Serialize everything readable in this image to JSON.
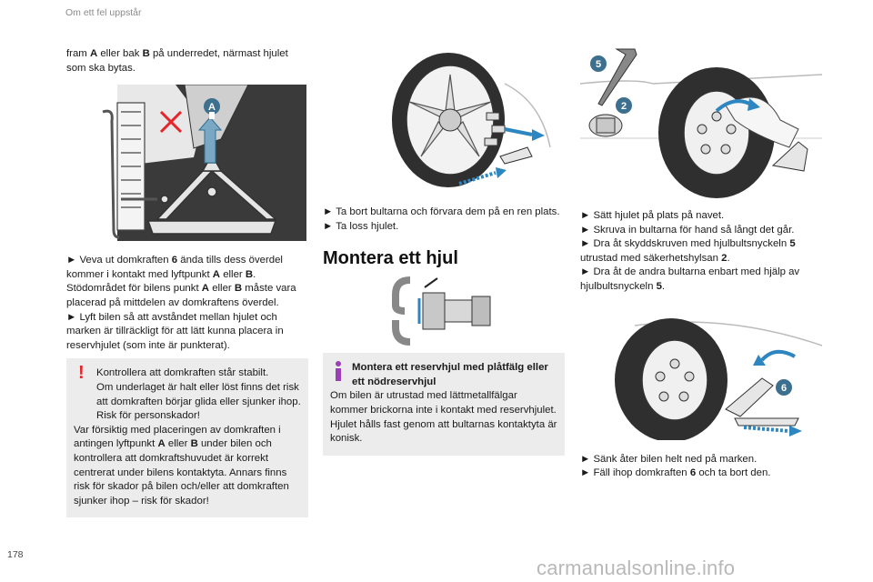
{
  "header": {
    "section": "Om ett fel uppstår"
  },
  "page_number": "178",
  "watermark": "carmanualsonline.info",
  "col1": {
    "intro": {
      "t1": "fram ",
      "a": "A",
      "t2": " eller bak ",
      "b": "B",
      "t3": " på underredet, närmast hjulet som ska bytas."
    },
    "fig_label_a": "A",
    "step1": {
      "t1": "► Veva ut domkraften ",
      "n6": "6",
      "t2": " ända tills dess överdel kommer i kontakt med lyftpunkt ",
      "a": "A",
      "t3": " eller ",
      "b": "B",
      "t4": ". Stödområdet för bilens punkt ",
      "a2": "A",
      "t5": " eller ",
      "b2": "B",
      "t6": " måste vara placerad på mittdelen av domkraftens överdel."
    },
    "step2": "► Lyft bilen så att avståndet mellan hjulet och marken är tillräckligt för att lätt kunna placera in reservhjulet (som inte är punkterat).",
    "warning": {
      "mark": "!",
      "l1": "Kontrollera att domkraften står stabilt.",
      "l2": "Om underlaget är halt eller löst finns det risk att domkraften börjar glida eller sjunker ihop. Risk för personskador!",
      "l3a": "Var försiktig med placeringen av domkraften i antingen lyftpunkt ",
      "a": "A",
      "l3b": " eller ",
      "b": "B",
      "l3c": " under bilen och kontrollera att domkraftshuvudet är korrekt centrerat under bilens kontaktyta. Annars finns risk för skador på bilen och/eller att domkraften sjunker ihop – risk för skador!"
    }
  },
  "col2": {
    "step1": "► Ta bort bultarna och förvara dem på en ren plats.",
    "step2": "► Ta loss hjulet.",
    "heading": "Montera ett hjul",
    "info": {
      "title": "Montera ett reservhjul med plåtfälg eller ett nödreservhjul",
      "body": "Om bilen är utrustad med lättmetallfälgar kommer brickorna inte i kontakt med reservhjulet. Hjulet hålls fast genom att bultarnas kontaktyta är konisk."
    }
  },
  "col3": {
    "fig_label_5": "5",
    "fig_label_2": "2",
    "step1": "► Sätt hjulet på plats på navet.",
    "step2": "► Skruva in bultarna för hand så långt det går.",
    "step3": {
      "t1": "► Dra åt skyddskruven med hjulbultsnyckeln ",
      "n5": "5",
      "t2": " utrustad med säkerhetshylsan ",
      "n2": "2",
      "t3": "."
    },
    "step4": {
      "t1": "► Dra åt de andra bultarna enbart med hjälp av hjulbultsnyckeln ",
      "n5": "5",
      "t2": "."
    },
    "fig_label_6": "6",
    "step5": "► Sänk åter bilen helt ned på marken.",
    "step6": {
      "t1": "► Fäll ihop domkraften ",
      "n6": "6",
      "t2": " och ta bort den."
    }
  },
  "colors": {
    "badge": "#3d6f8e",
    "warning_red": "#e4262b",
    "info_purple": "#9a3fb5",
    "arrow_teal": "#2e86c1",
    "note_bg": "#ececec"
  }
}
